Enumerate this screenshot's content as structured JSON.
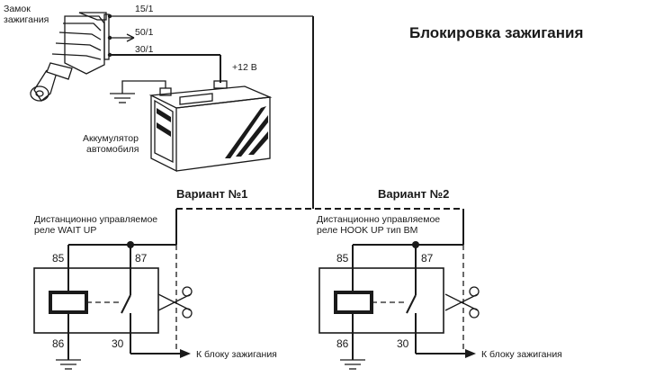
{
  "title": "Блокировка зажигания",
  "ignition_switch": {
    "label_line1": "Замок",
    "label_line2": "зажигания",
    "terminals": [
      "15/1",
      "50/1",
      "30/1"
    ]
  },
  "battery": {
    "voltage": "+12 В",
    "label_line1": "Аккумулятор",
    "label_line2": "автомобиля"
  },
  "variants": [
    {
      "heading": "Вариант №1",
      "relay_label_line1": "Дистанционно управляемое",
      "relay_label_line2": "реле WAIT UP",
      "pins": {
        "p85": "85",
        "p87": "87",
        "p86": "86",
        "p30": "30"
      },
      "output": "К блоку зажигания"
    },
    {
      "heading": "Вариант №2",
      "relay_label_line1": "Дистанционно управляемое",
      "relay_label_line2": "реле HOOK UP тип ВМ",
      "pins": {
        "p85": "85",
        "p87": "87",
        "p86": "86",
        "p30": "30"
      },
      "output": "К блоку зажигания"
    }
  ],
  "icons": [
    "ignition-key-icon",
    "battery-icon",
    "ground-icon",
    "scissors-icon",
    "relay-coil-icon",
    "relay-switch-icon"
  ]
}
